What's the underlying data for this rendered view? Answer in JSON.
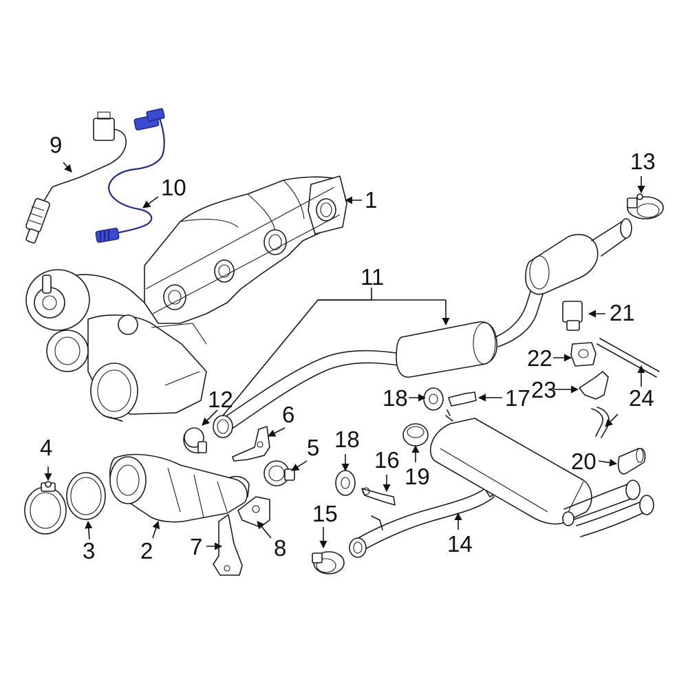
{
  "colors": {
    "highlight": "#3a4bd0",
    "line": "#1a1a1a",
    "background": "#ffffff"
  },
  "callouts": [
    {
      "id": "1",
      "label": "1"
    },
    {
      "id": "2",
      "label": "2"
    },
    {
      "id": "3",
      "label": "3"
    },
    {
      "id": "4",
      "label": "4"
    },
    {
      "id": "5",
      "label": "5"
    },
    {
      "id": "6",
      "label": "6"
    },
    {
      "id": "7",
      "label": "7"
    },
    {
      "id": "8",
      "label": "8"
    },
    {
      "id": "9",
      "label": "9"
    },
    {
      "id": "10",
      "label": "10"
    },
    {
      "id": "11",
      "label": "11"
    },
    {
      "id": "12",
      "label": "12"
    },
    {
      "id": "13",
      "label": "13"
    },
    {
      "id": "14",
      "label": "14"
    },
    {
      "id": "15",
      "label": "15"
    },
    {
      "id": "16",
      "label": "16"
    },
    {
      "id": "17",
      "label": "17"
    },
    {
      "id": "18a",
      "label": "18"
    },
    {
      "id": "18b",
      "label": "18"
    },
    {
      "id": "19",
      "label": "19"
    },
    {
      "id": "20",
      "label": "20"
    },
    {
      "id": "21",
      "label": "21"
    },
    {
      "id": "22",
      "label": "22"
    },
    {
      "id": "23",
      "label": "23"
    },
    {
      "id": "24",
      "label": "24"
    }
  ]
}
